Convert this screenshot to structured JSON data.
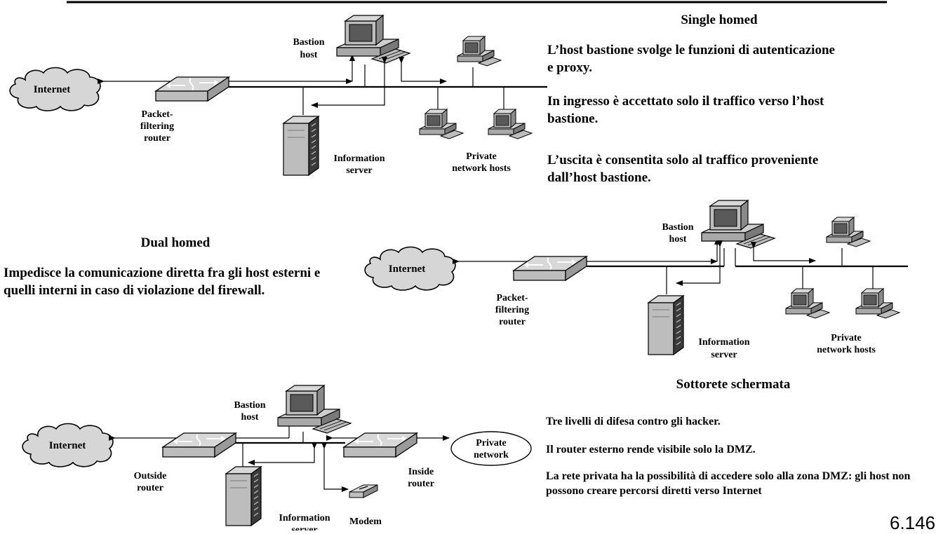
{
  "page_number": "6.146",
  "single_homed": {
    "heading": "Single homed",
    "paragraphs": [
      "L’host bastione svolge le funzioni di autenticazione e proxy.",
      "In ingresso è accettato solo il traffico verso l’host bastione.",
      "L’uscita è consentita solo al traffico proveniente dall’host bastione."
    ],
    "diagram": {
      "internet": "Internet",
      "router_line1": "Packet-",
      "router_line2": "filtering",
      "router_line3": "router",
      "bastion_line1": "Bastion",
      "bastion_line2": "host",
      "info_line1": "Information",
      "info_line2": "server",
      "private_line1": "Private",
      "private_line2": "network hosts"
    }
  },
  "dual_homed": {
    "heading": "Dual homed",
    "paragraph": "Impedisce la comunicazione diretta fra gli host esterni e quelli interni in caso di violazione del firewall.",
    "diagram": {
      "internet": "Internet",
      "router_line1": "Packet-",
      "router_line2": "filtering",
      "router_line3": "router",
      "bastion_line1": "Bastion",
      "bastion_line2": "host",
      "info_line1": "Information",
      "info_line2": "server",
      "private_line1": "Private",
      "private_line2": "network hosts"
    }
  },
  "screened_subnet": {
    "heading": "Sottorete schermata",
    "paragraphs": [
      "Tre livelli di difesa contro gli hacker.",
      "Il router esterno rende visibile solo la DMZ.",
      "La rete privata ha la possibilità di accedere solo alla zona DMZ: gli host non possono creare percorsi diretti verso Internet"
    ],
    "diagram": {
      "internet": "Internet",
      "outside_line1": "Outside",
      "outside_line2": "router",
      "inside_line1": "Inside",
      "inside_line2": "router",
      "bastion_line1": "Bastion",
      "bastion_line2": "host",
      "info_line1": "Information",
      "info_line2": "server",
      "modem": "Modem",
      "private_line1": "Private",
      "private_line2": "network"
    }
  }
}
